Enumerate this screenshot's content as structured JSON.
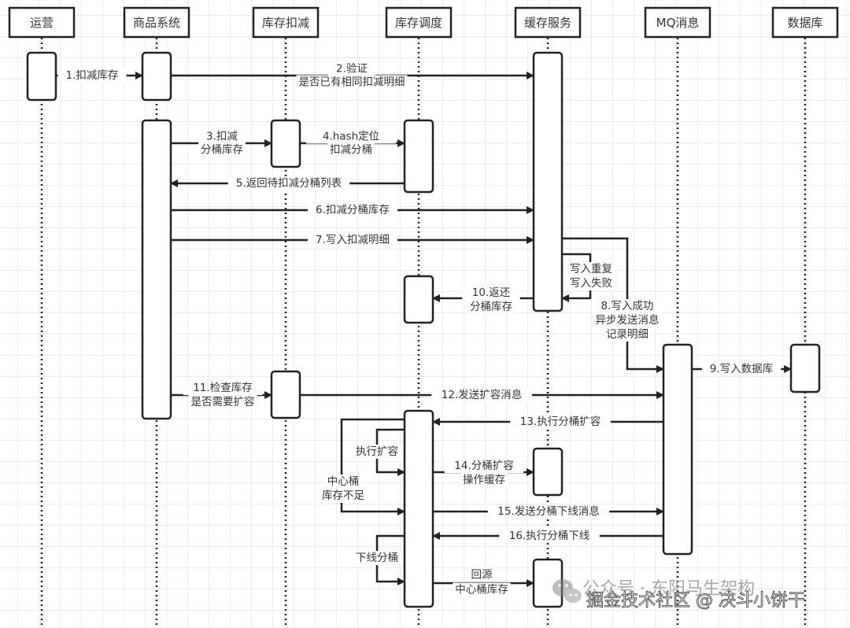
{
  "participants": [
    {
      "id": "ops",
      "label": "运营"
    },
    {
      "id": "product",
      "label": "商品系统"
    },
    {
      "id": "deduct",
      "label": "库存扣减"
    },
    {
      "id": "schedule",
      "label": "库存调度"
    },
    {
      "id": "cache",
      "label": "缓存服务"
    },
    {
      "id": "mq",
      "label": "MQ消息"
    },
    {
      "id": "db",
      "label": "数据库"
    }
  ],
  "messages": [
    {
      "id": "m1",
      "lines": [
        "1.扣减库存"
      ]
    },
    {
      "id": "m2",
      "lines": [
        "2.验证",
        "是否已有相同扣减明细"
      ]
    },
    {
      "id": "m3",
      "lines": [
        "3.扣减",
        "分桶库存"
      ]
    },
    {
      "id": "m4",
      "lines": [
        "4.hash定位",
        "扣减分桶"
      ]
    },
    {
      "id": "m5",
      "lines": [
        "5.返回待扣减分桶列表"
      ]
    },
    {
      "id": "m6",
      "lines": [
        "6.扣减分桶库存"
      ]
    },
    {
      "id": "m7",
      "lines": [
        "7.写入扣减明细"
      ]
    },
    {
      "id": "self_dup",
      "lines": [
        "写入重复",
        "写入失败"
      ]
    },
    {
      "id": "m8",
      "lines": [
        "8.写入成功",
        "异步发送消息",
        "记录明细"
      ]
    },
    {
      "id": "m9",
      "lines": [
        "9.写入数据库"
      ]
    },
    {
      "id": "m10",
      "lines": [
        "10.返还",
        "分桶库存"
      ]
    },
    {
      "id": "m11",
      "lines": [
        "11.检查库存",
        "是否需要扩容"
      ]
    },
    {
      "id": "m12",
      "lines": [
        "12.发送扩容消息"
      ]
    },
    {
      "id": "m13",
      "lines": [
        "13.执行分桶扩容"
      ]
    },
    {
      "id": "self_expand",
      "lines": [
        "执行扩容"
      ]
    },
    {
      "id": "self_center",
      "lines": [
        "中心桶",
        "库存不足"
      ]
    },
    {
      "id": "m14",
      "lines": [
        "14.分桶扩容",
        "操作缓存"
      ]
    },
    {
      "id": "m15",
      "lines": [
        "15.发送分桶下线消息"
      ]
    },
    {
      "id": "m16",
      "lines": [
        "16.执行分桶下线"
      ]
    },
    {
      "id": "self_offline",
      "lines": [
        "下线分桶"
      ]
    },
    {
      "id": "m17",
      "lines": [
        "回源",
        "中心桶库存"
      ]
    }
  ],
  "watermark": {
    "line1": "公众号 · 东阳马生架构",
    "line2": "掘金技术社区 @ 决斗小饼干",
    "icon": "wechat-icon"
  }
}
